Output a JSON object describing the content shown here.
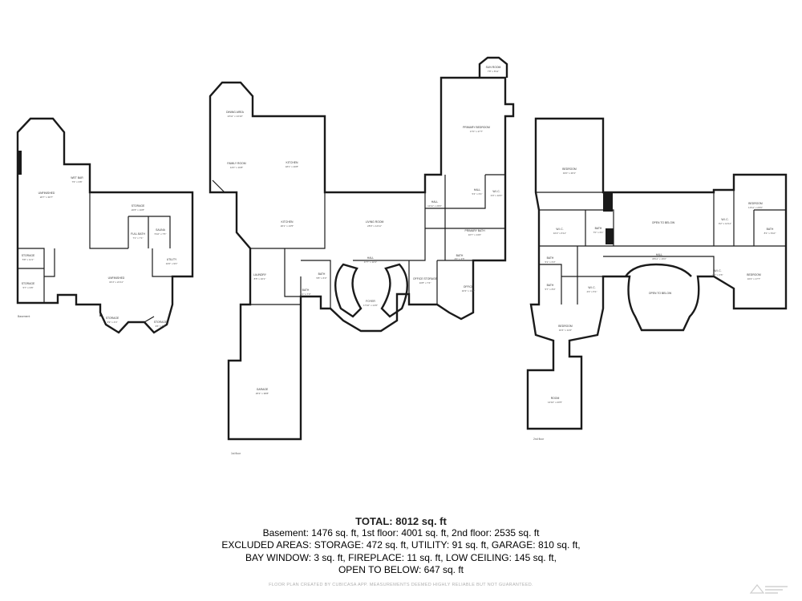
{
  "floors": {
    "basement": {
      "label": "Basement",
      "rooms": [
        {
          "id": "wet-bar",
          "name": "WET BAR",
          "dim": "7'6\" x 9'8\""
        },
        {
          "id": "unfinished-1",
          "name": "UNFINISHED",
          "dim": "20'7\" x 30'7\""
        },
        {
          "id": "storage-1",
          "name": "STORAGE",
          "dim": "20'8\" x 10'8\""
        },
        {
          "id": "full-bath",
          "name": "FULL BATH",
          "dim": "7'1\" x 7'1\""
        },
        {
          "id": "sauna",
          "name": "SAUNA",
          "dim": "5'10\" x 7'5\""
        },
        {
          "id": "storage-2",
          "name": "STORAGE",
          "dim": "5'8\" x 11'1\""
        },
        {
          "id": "storage-3",
          "name": "STORAGE",
          "dim": "5'7\" x 9'8\""
        },
        {
          "id": "utility",
          "name": "UTILITY",
          "dim": "10'0\" x 9'0\""
        },
        {
          "id": "unfinished-2",
          "name": "UNFINISHED",
          "dim": "34'4\" x 21'11\""
        },
        {
          "id": "storage-4",
          "name": "STORAGE",
          "dim": "3'9\" x 4'4\""
        },
        {
          "id": "storage-5",
          "name": "STORAGE",
          "dim": "3'6\" x 4'4\""
        }
      ]
    },
    "first": {
      "label": "1st floor",
      "rooms": [
        {
          "id": "dining-area",
          "name": "DINING AREA",
          "dim": "13'11\" x 14'10\""
        },
        {
          "id": "family-room",
          "name": "FAMILY ROOM",
          "dim": "14'0\" x 16'8\""
        },
        {
          "id": "kitchen",
          "name": "KITCHEN",
          "dim": "18'1\" x 20'8\""
        },
        {
          "id": "kitchen-2",
          "name": "KITCHEN",
          "dim": "20'1\" x 13'5\""
        },
        {
          "id": "living-room",
          "name": "LIVING ROOM",
          "dim": "28'3\" x 14'11\""
        },
        {
          "id": "sun-room",
          "name": "SUN ROOM",
          "dim": "7'8\" x 8'11\""
        },
        {
          "id": "primary-bedroom",
          "name": "PRIMARY BEDROOM",
          "dim": "17'0\" x 27'7\""
        },
        {
          "id": "hall-1",
          "name": "HALL",
          "dim": "11'11\" x 20'0\""
        },
        {
          "id": "hall-2",
          "name": "HALL",
          "dim": "5'4\" x 6'1\""
        },
        {
          "id": "wic-1",
          "name": "W.I.C.",
          "dim": "3'0\" x 10'0\""
        },
        {
          "id": "primary-bath",
          "name": "PRIMARY BATH",
          "dim": "16'7\" x 13'0\""
        },
        {
          "id": "bath-small",
          "name": "BATH",
          "dim": "4'0\" x 3'5\""
        },
        {
          "id": "laundry",
          "name": "LAUNDRY",
          "dim": "8'5\" x 16'1\""
        },
        {
          "id": "bath-1",
          "name": "BATH",
          "dim": "5'8\" x 6'3\""
        },
        {
          "id": "bath-2",
          "name": "BATH",
          "dim": "5'1\" x 7'3\""
        },
        {
          "id": "hall-3",
          "name": "HALL",
          "dim": "47'7\" x 10'1\""
        },
        {
          "id": "foyer",
          "name": "FOYER",
          "dim": "17'10\" x 14'6\""
        },
        {
          "id": "office-storage",
          "name": "OFFICE STORAGE",
          "dim": "10'8\" x 7'4\""
        },
        {
          "id": "office",
          "name": "OFFICE",
          "dim": "16'3\" x 13'5\""
        },
        {
          "id": "garage",
          "name": "GARAGE",
          "dim": "25'3\" x 38'8\""
        }
      ]
    },
    "second": {
      "label": "2nd floor",
      "rooms": [
        {
          "id": "bedroom-1",
          "name": "BEDROOM",
          "dim": "19'0\" x 26'1\""
        },
        {
          "id": "wic-2",
          "name": "W.I.C.",
          "dim": "10'2\" x 6'11\""
        },
        {
          "id": "bath-3",
          "name": "BATH",
          "dim": "7'0\" x 6'1\""
        },
        {
          "id": "open-below-1",
          "name": "OPEN TO BELOW",
          "dim": ""
        },
        {
          "id": "wic-3",
          "name": "W.I.C.",
          "dim": "9'2\" x 14'11\""
        },
        {
          "id": "bedroom-2",
          "name": "BEDROOM",
          "dim": "13'11\" x 20'6\""
        },
        {
          "id": "bath-4",
          "name": "BATH",
          "dim": "8'1\" x 6'10\""
        },
        {
          "id": "bath-5",
          "name": "BATH",
          "dim": "5'1\" x 6'3\""
        },
        {
          "id": "bath-6",
          "name": "BATH",
          "dim": "5'7\" x 8'0\""
        },
        {
          "id": "wic-4",
          "name": "W.I.C.",
          "dim": "4'3\" x 5'1\""
        },
        {
          "id": "hall-4",
          "name": "HALL",
          "dim": "38'11\" x 16'0\""
        },
        {
          "id": "wic-5",
          "name": "W.I.C.",
          "dim": "9'7\" x 3'6\""
        },
        {
          "id": "open-below-2",
          "name": "OPEN TO BELOW",
          "dim": ""
        },
        {
          "id": "bedroom-3",
          "name": "BEDROOM",
          "dim": "16'4\" x 17'7\""
        },
        {
          "id": "bedroom-4",
          "name": "BEDROOM",
          "dim": "16'4\" x 14'2\""
        },
        {
          "id": "room",
          "name": "ROOM",
          "dim": "14'10\" x 20'5\""
        }
      ]
    }
  },
  "summary": {
    "title": "TOTAL: 8012 sq. ft",
    "lines": [
      "Basement: 1476 sq. ft, 1st floor: 4001 sq. ft, 2nd floor: 2535 sq. ft",
      "EXCLUDED AREAS: STORAGE: 472 sq. ft, UTILITY: 91 sq. ft, GARAGE: 810 sq. ft,",
      "BAY WINDOW: 3 sq. ft, FIREPLACE: 11 sq. ft, LOW CEILING: 145 sq. ft,",
      "OPEN TO BELOW: 647 sq. ft"
    ]
  },
  "disclaimer": "FLOOR PLAN CREATED BY CUBICASA APP. MEASUREMENTS DEEMED HIGHLY RELIABLE BUT NOT GUARANTEED.",
  "colors": {
    "wall": "#1a1a1a",
    "text": "#222222",
    "muted": "#b0b0b0"
  }
}
